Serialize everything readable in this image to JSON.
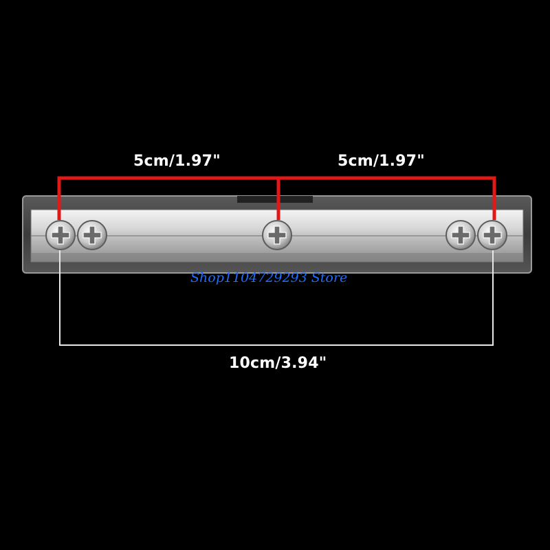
{
  "dimensions": {
    "left_spacing": "5cm/1.97\"",
    "right_spacing": "5cm/1.97\"",
    "total_spacing": "10cm/3.94\""
  },
  "watermark": "Shop1104729293 Store",
  "colors": {
    "background": "#000000",
    "spacing_line": "#e01818",
    "total_line": "#e8e8e8",
    "label_text": "#ffffff",
    "watermark_text": "#1e6eff"
  }
}
